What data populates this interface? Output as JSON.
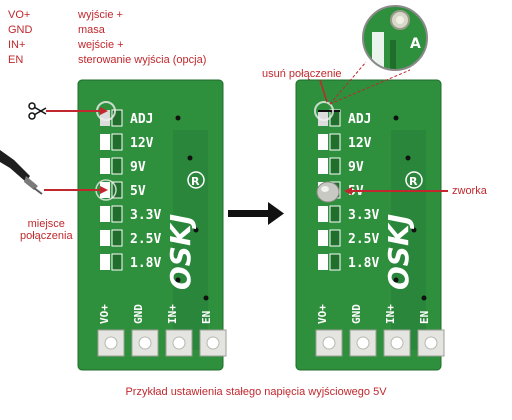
{
  "legend": [
    {
      "key": "VO+",
      "desc": "wyjście +"
    },
    {
      "key": "GND",
      "desc": "masa"
    },
    {
      "key": "IN+",
      "desc": "wejście +"
    },
    {
      "key": "EN",
      "desc": "sterowanie wyjścia (opcja)"
    }
  ],
  "annotations": {
    "left_solder": [
      "miejsce",
      "połączenia"
    ],
    "right_remove": "usuń połączenie",
    "right_jumper": "zworka"
  },
  "board": {
    "adj_label": "ADJ",
    "voltages": [
      "12V",
      "9V",
      "5V",
      "3.3V",
      "2.5V",
      "1.8V"
    ],
    "pins": [
      "VO+",
      "GND",
      "IN+",
      "EN"
    ],
    "brand": "OSKJ",
    "zoom_letter": "A"
  },
  "caption": "Przykład ustawienia stałego napięcia wyjściowego 5V",
  "colors": {
    "accent": "#c0282e",
    "pcb": "#2e8f3c",
    "silk": "#ffffff"
  }
}
